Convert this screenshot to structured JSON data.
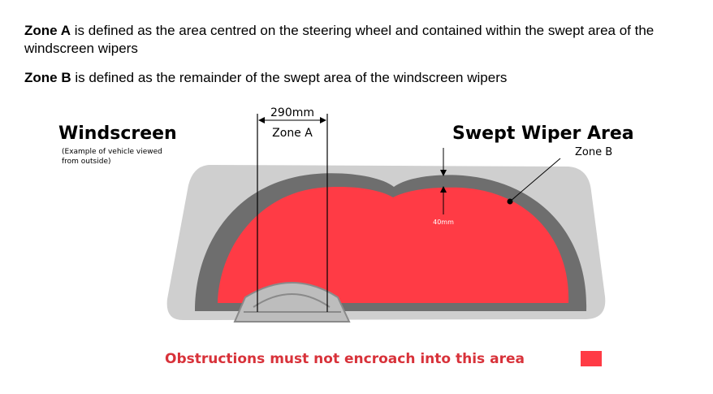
{
  "definitions": {
    "zone_a_term": "Zone A",
    "zone_a_text": "is defined as the area centred on the steering wheel and contained within the swept area of the windscreen wipers",
    "zone_b_term": "Zone B",
    "zone_b_text": "is defined as the remainder of the swept area of the windscreen wipers"
  },
  "diagram": {
    "windscreen_title": "Windscreen",
    "windscreen_note_line1": "(Example of vehicle viewed",
    "windscreen_note_line2": "from outside)",
    "zone_a_width": "290mm",
    "zone_a_label": "Zone A",
    "swept_area_title": "Swept Wiper Area",
    "zone_b_label": "Zone B",
    "border_width": "40mm",
    "warning_text": "Obstructions must not encroach into this area"
  },
  "colors": {
    "glass": "#cfcfcf",
    "wiper_border": "#6e6e6e",
    "obstruction_zone": "#ff3b45",
    "warning_text": "#d8323a"
  }
}
